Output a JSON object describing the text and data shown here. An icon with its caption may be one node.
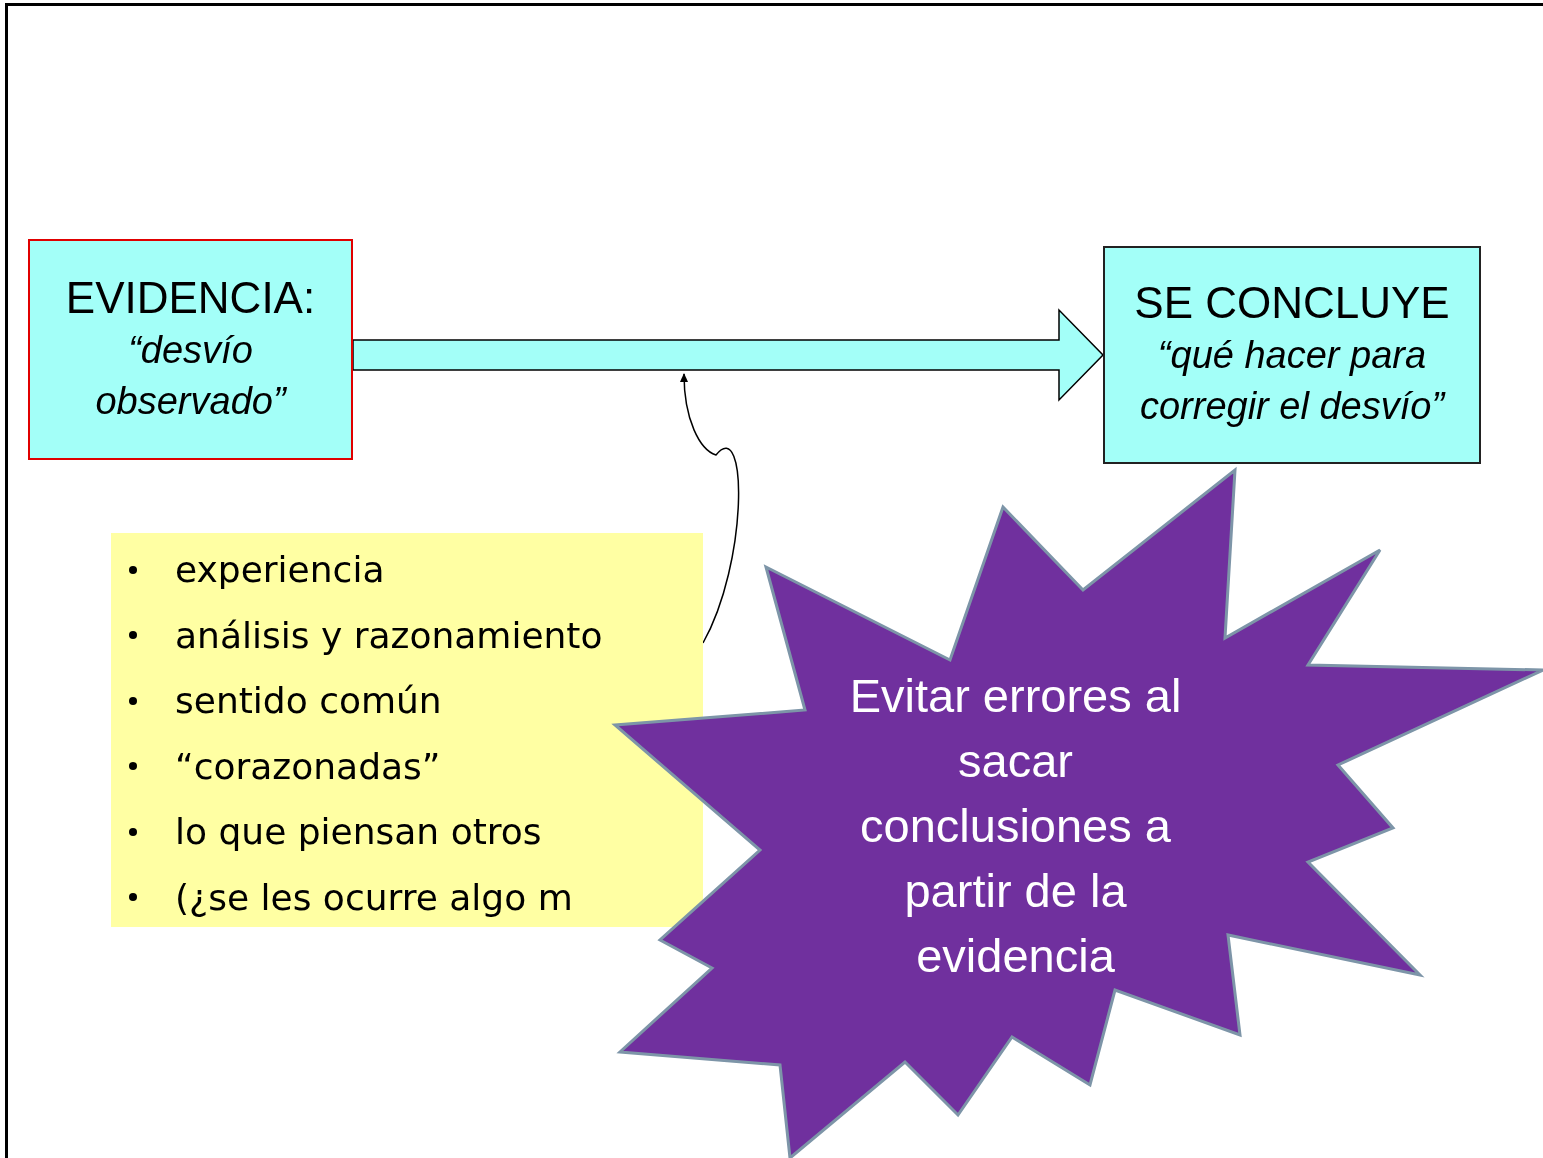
{
  "diagram": {
    "nodes": [
      {
        "text": [
          "EVIDENCIA:",
          "“desvío observado”"
        ]
      },
      {
        "text": [
          "SE CONCLUYE",
          "“qué hacer para corregir el desvío”"
        ]
      },
      {
        "text": [
          "experiencia",
          "análisis y razonamiento",
          "sentido común",
          "“corazonadas”",
          "lo que piensan otros",
          "(¿se les ocurre algo m"
        ]
      },
      {
        "text": [
          "Evitar errores al sacar conclusiones a partir de la evidencia"
        ]
      }
    ],
    "edges": [
      {
        "from": 0,
        "to": 1,
        "arrow": "to",
        "style": "thick"
      },
      {
        "from": 2,
        "to": null,
        "arrow": "to"
      }
    ]
  }
}
